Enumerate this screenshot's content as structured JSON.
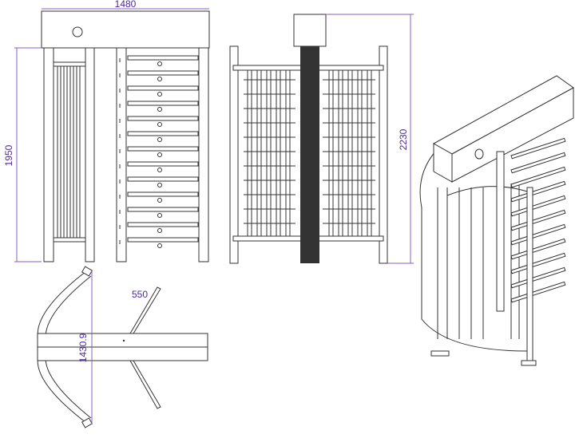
{
  "title": "Full height turnstile drawing",
  "dimensions": {
    "width": "1480",
    "height": "1950",
    "total_height": "2230",
    "arm_length": "550",
    "arc_span": "1430.9"
  },
  "colors": {
    "dimension": "#8a5fc0",
    "dimension_text": "#4a2a9a",
    "line": "#333333"
  }
}
